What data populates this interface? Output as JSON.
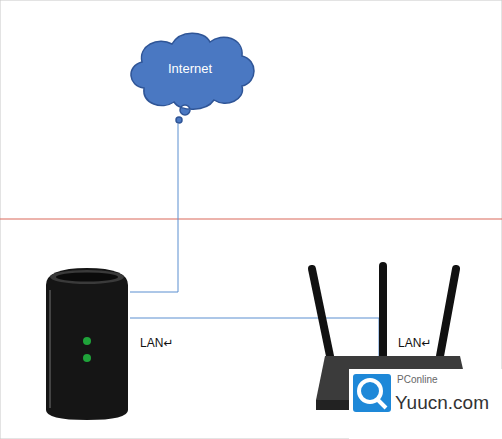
{
  "diagram": {
    "nodes": [
      {
        "text": [
          "Internet"
        ]
      }
    ],
    "labels": [
      "LAN↵",
      "LAN↵",
      "PConline",
      "Yuucn.com"
    ]
  }
}
